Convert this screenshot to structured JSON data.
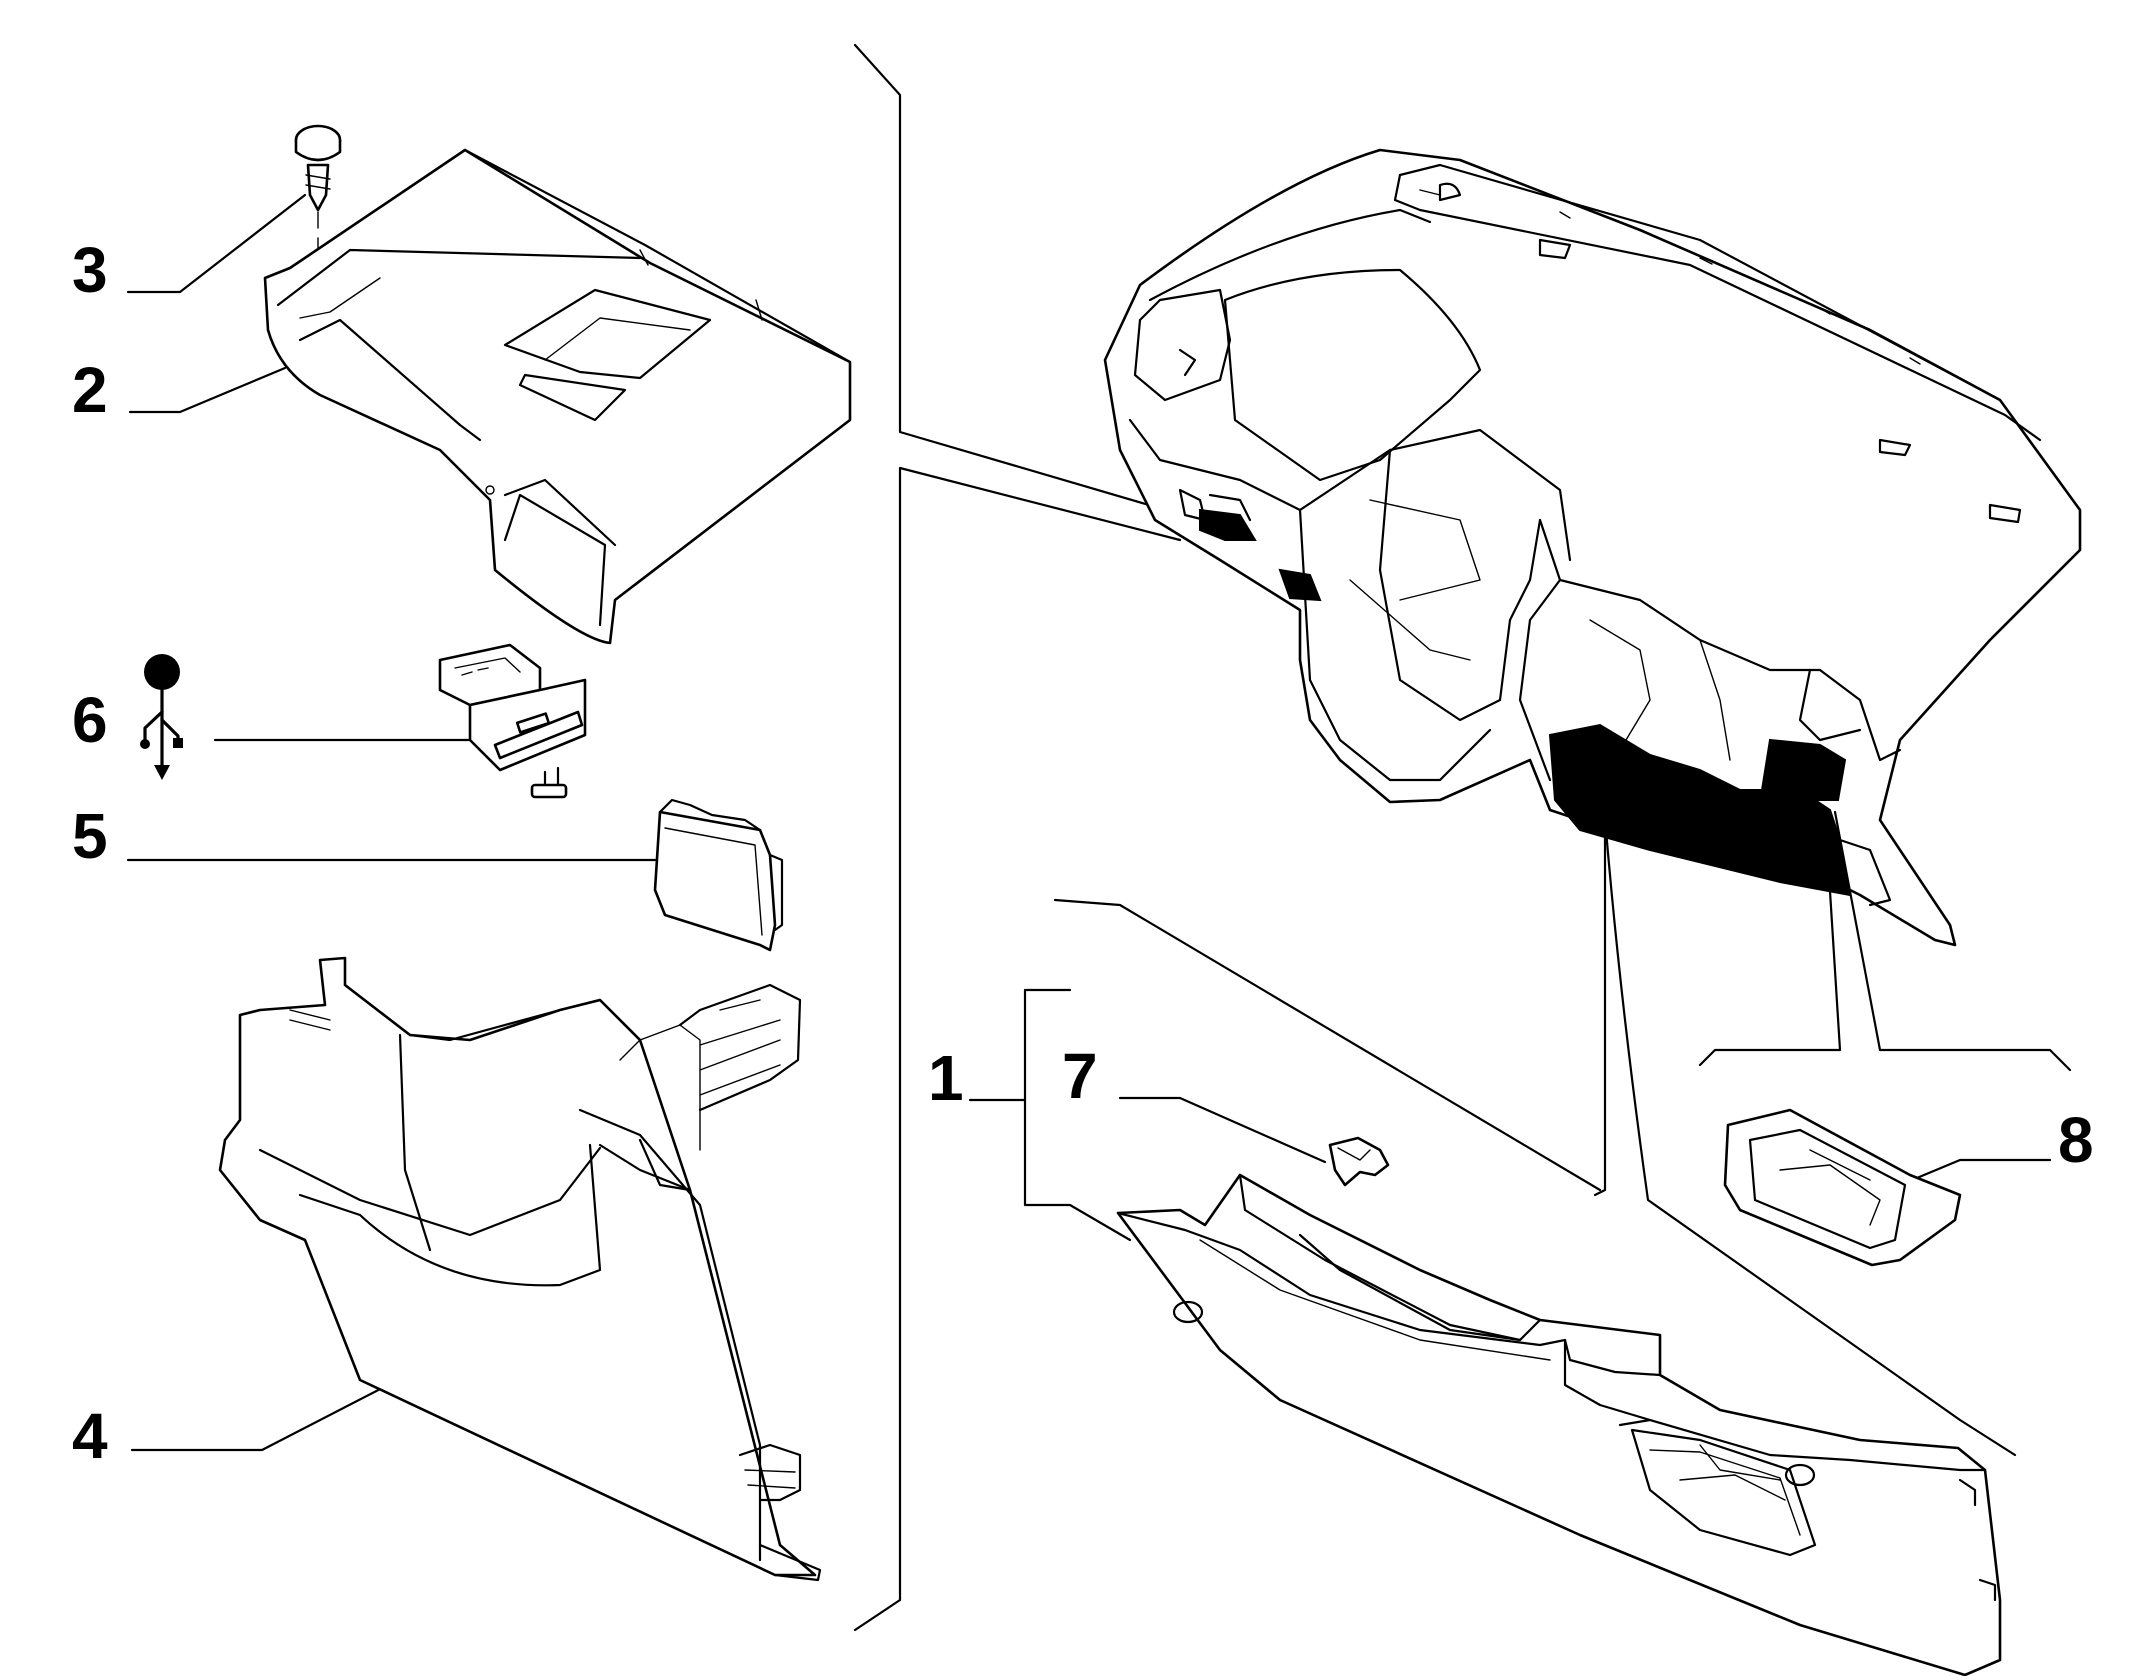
{
  "callouts": [
    {
      "id": "1",
      "label": "1"
    },
    {
      "id": "2",
      "label": "2"
    },
    {
      "id": "3",
      "label": "3"
    },
    {
      "id": "4",
      "label": "4"
    },
    {
      "id": "5",
      "label": "5"
    },
    {
      "id": "6",
      "label": "6"
    },
    {
      "id": "7",
      "label": "7"
    },
    {
      "id": "8",
      "label": "8"
    }
  ],
  "icons": {
    "usb": "usb-icon"
  }
}
